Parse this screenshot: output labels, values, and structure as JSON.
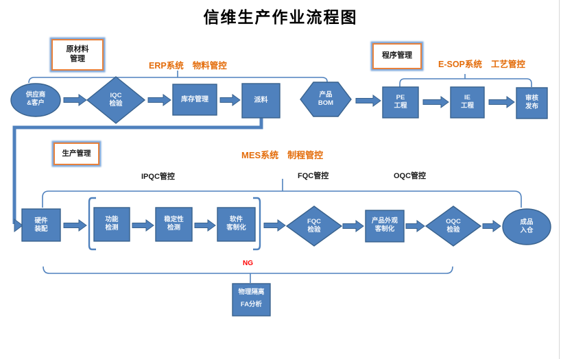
{
  "title": "信维生产作业流程图",
  "sections": {
    "material": {
      "box_line1": "原材料",
      "box_line2": "管理",
      "system": "ERP系统",
      "scope": "物料管控"
    },
    "program": {
      "box": "程序管理",
      "system": "E-SOP系统",
      "scope": "工艺管控"
    },
    "production": {
      "box": "生产管理",
      "system": "MES系统",
      "scope": "制程管控"
    }
  },
  "controls": {
    "ipqc": "IPQC管控",
    "fqc": "FQC管控",
    "oqc": "OQC管控"
  },
  "row1": {
    "supplier_line1": "供应商",
    "supplier_line2": "&客户",
    "iqc_line1": "IQC",
    "iqc_line2": "检验",
    "inventory": "库存管理",
    "dispatch": "派料",
    "bom_line1": "产品",
    "bom_line2": "BOM",
    "pe_line1": "PE",
    "pe_line2": "工程",
    "ie_line1": "IE",
    "ie_line2": "工程",
    "review_line1": "审核",
    "review_line2": "发布"
  },
  "row2": {
    "assembly_line1": "硬件",
    "assembly_line2": "装配",
    "func_line1": "功能",
    "func_line2": "检测",
    "stability_line1": "稳定性",
    "stability_line2": "检测",
    "software_line1": "软件",
    "software_line2": "客制化",
    "fqc_line1": "FQC",
    "fqc_line2": "检验",
    "appearance_line1": "产品外观",
    "appearance_line2": "客制化",
    "oqc_line1": "OQC",
    "oqc_line2": "检验",
    "finished_line1": "成品",
    "finished_line2": "入仓"
  },
  "ng": {
    "label": "NG",
    "box_line1": "物理隔离",
    "box_line2": "FA分析"
  },
  "colors": {
    "node_fill": "#4F81BD",
    "node_border": "#38618C",
    "line_blue": "#4F81BD",
    "accent_orange": "#E36C0A",
    "ng_red": "#FF0000",
    "title_black": "#000000"
  }
}
